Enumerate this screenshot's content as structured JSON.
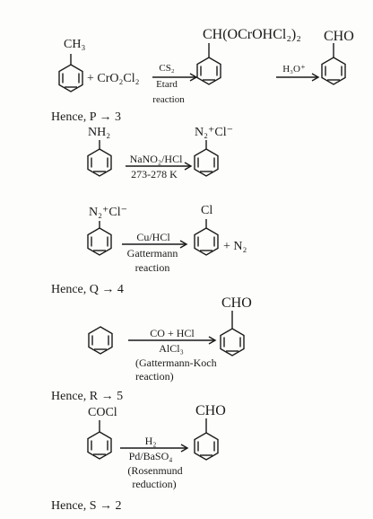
{
  "reaction1": {
    "substituent_start": "CH₃",
    "reagent": "+ CrO₂Cl₂",
    "arrow1_above": "CS₂",
    "arrow1_below": "Etard",
    "arrow1_caption": "reaction",
    "intermediate_group": "CH(OCrOHCl₂)₂",
    "arrow2_above": "H₃O⁺",
    "product_group": "CHO"
  },
  "result_p": "Hence, P → 3",
  "reaction2": {
    "substituent_start": "NH₂",
    "arrow_above": "NaNO₂/HCl",
    "arrow_below": "273-278 K",
    "product_group": "N₂⁺Cl⁻"
  },
  "reaction3": {
    "substituent_start": "N₂⁺Cl⁻",
    "arrow_above": "Cu/HCl",
    "arrow_below": "Gattermann",
    "arrow_caption": "reaction",
    "product_group": "Cl",
    "byproduct": "+ N₂"
  },
  "result_q": "Hence, Q → 4",
  "reaction4": {
    "arrow_above": "CO + HCl",
    "arrow_below": "AlCl₃",
    "caption_line1": "(Gattermann-Koch",
    "caption_line2": "reaction)",
    "product_group": "CHO"
  },
  "result_r": "Hence, R → 5",
  "reaction5": {
    "substituent_start": "COCl",
    "arrow_above": "H₂",
    "arrow_below": "Pd/BaSO₄",
    "caption_line1": "(Rosenmund",
    "caption_line2": "reduction)",
    "product_group": "CHO"
  },
  "result_s": "Hence, S → 2"
}
